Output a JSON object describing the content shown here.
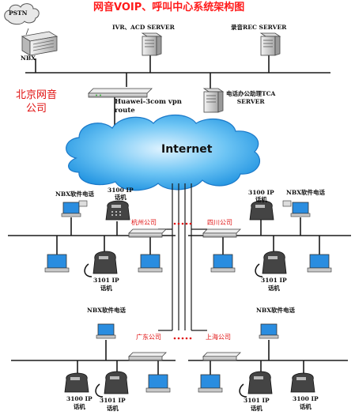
{
  "title": "网音VOIP、呼叫中心系统架构图",
  "pstn": "PSTN",
  "nbx": "NBX",
  "ivr_server": "IVR、ACD  SERVER",
  "rec_server": "录音REC  SERVER",
  "beijing": "北京网音\n公司",
  "tca_server": "电话办公助理TCA\nSERVER",
  "router_label": "Huawei-3com vpn\nroute",
  "internet": "Internet",
  "nbx_softphone": "NBX软件电话",
  "phone_3100": "3100 IP\n话机",
  "phone_3101": "3101 IP\n话机",
  "hangzhou": "杭州公司",
  "sichuan": "四川公司",
  "guangdong": "广东公司",
  "shanghai": "上海公司",
  "colors": {
    "title": "#ff1a1a",
    "cloud": "#33aaf0",
    "line": "#1a1a1a",
    "dots": "#e01010"
  }
}
